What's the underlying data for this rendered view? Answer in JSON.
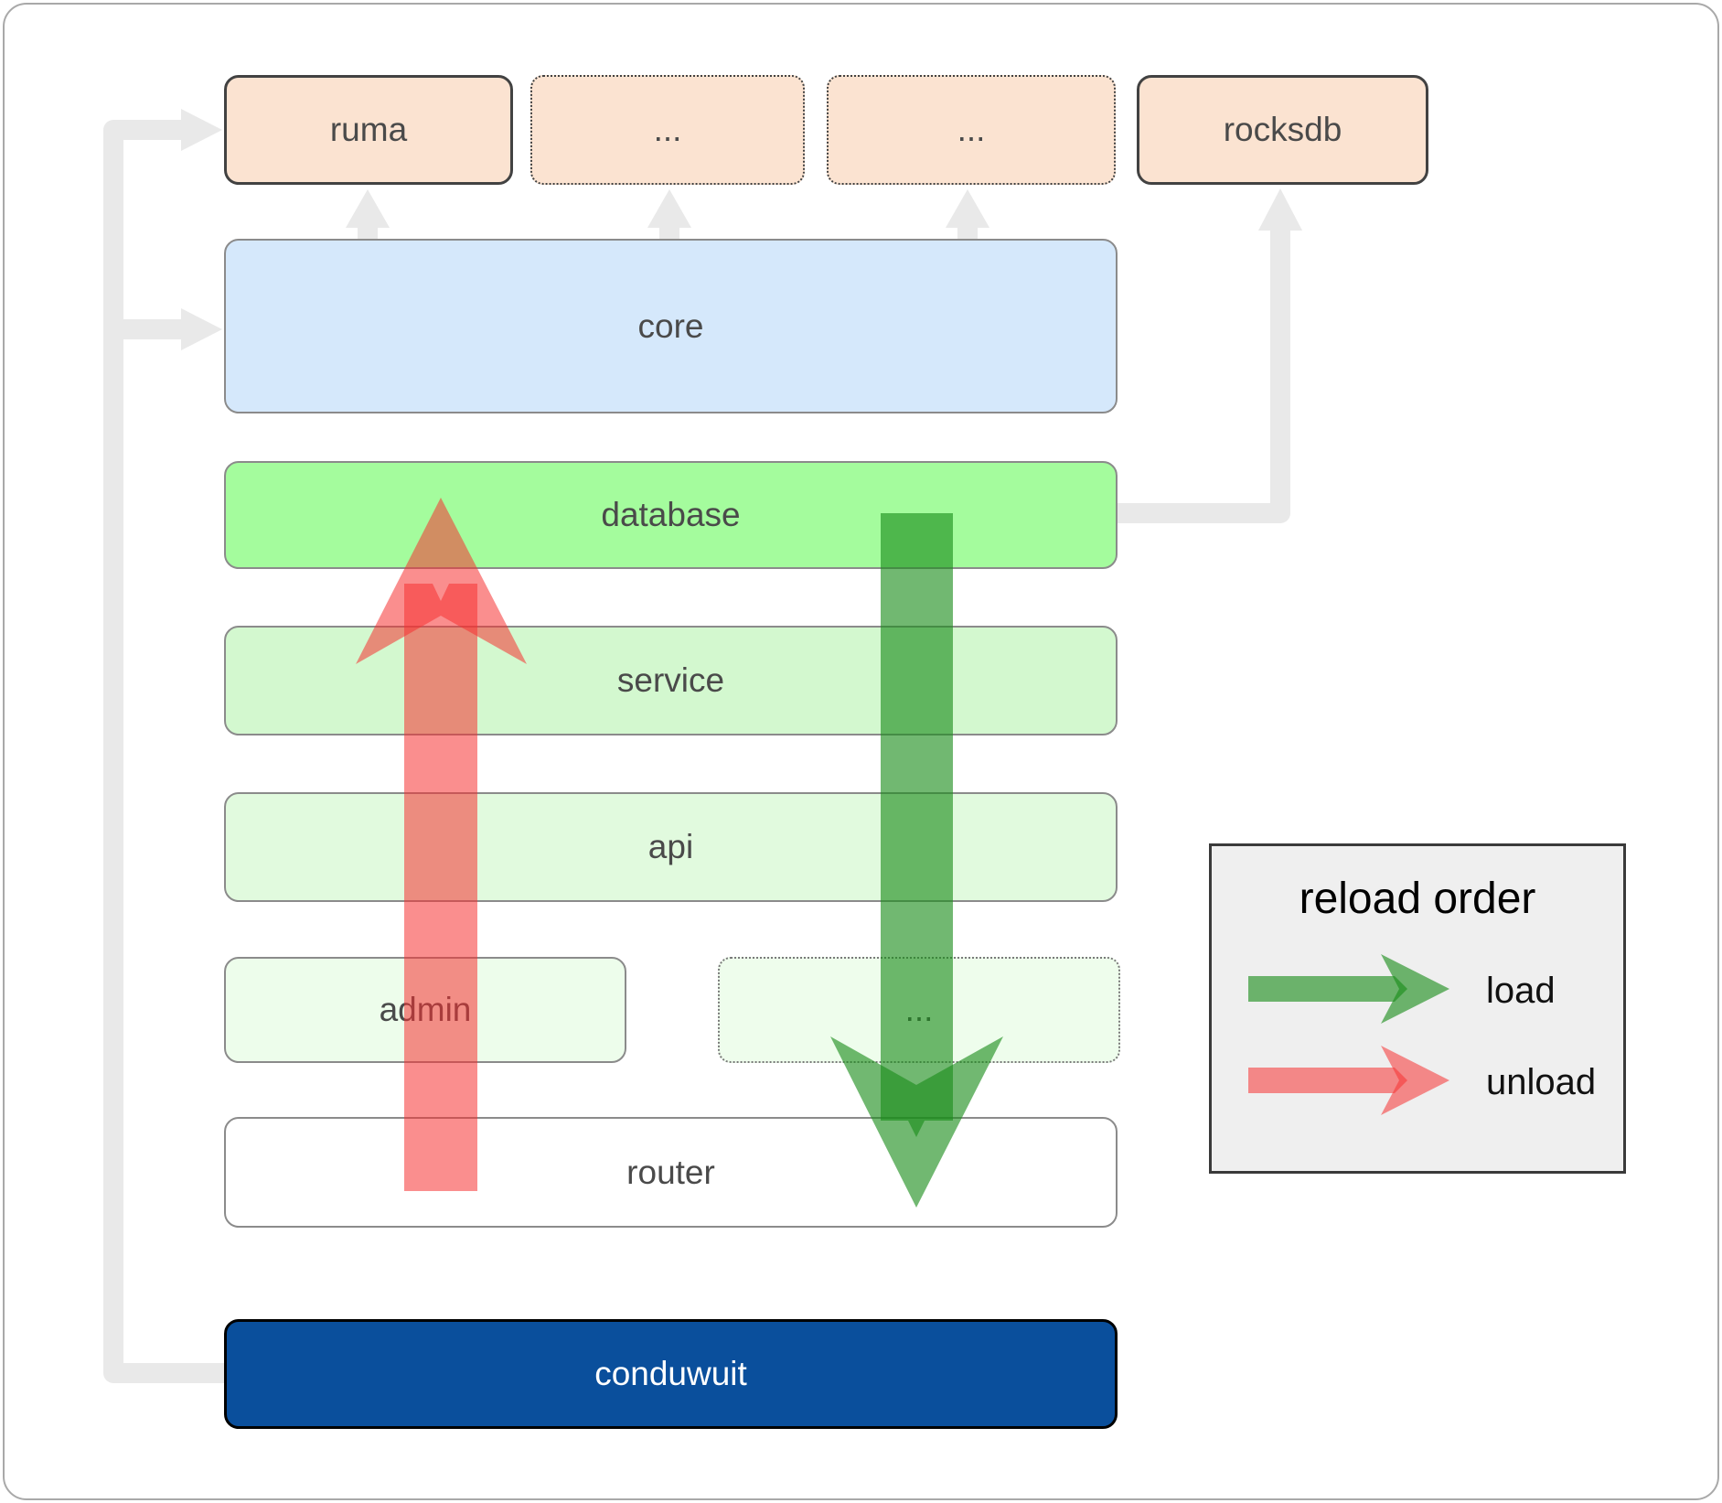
{
  "nodes": {
    "ruma": "ruma",
    "top_ellipsis_1": "...",
    "top_ellipsis_2": "...",
    "rocksdb": "rocksdb",
    "core": "core",
    "database": "database",
    "service": "service",
    "api": "api",
    "admin": "admin",
    "bottom_ellipsis": "...",
    "router": "router",
    "conduwuit": "conduwuit"
  },
  "legend": {
    "title": "reload order",
    "load_label": "load",
    "unload_label": "unload"
  },
  "colors": {
    "load_arrow": "#1a8c1a",
    "unload_arrow": "#f53232",
    "connector_gray": "#e9e9e9",
    "node_peach": "#fbe3d1",
    "node_blue": "#d5e8fb",
    "node_green_bright": "#a4fc9d",
    "node_green_light": "#d3f8cf",
    "node_green_lighter": "#e1fade",
    "node_green_faint": "#edfdeb",
    "conduwuit_blue": "#0a4f9c",
    "legend_bg": "#efefef"
  }
}
